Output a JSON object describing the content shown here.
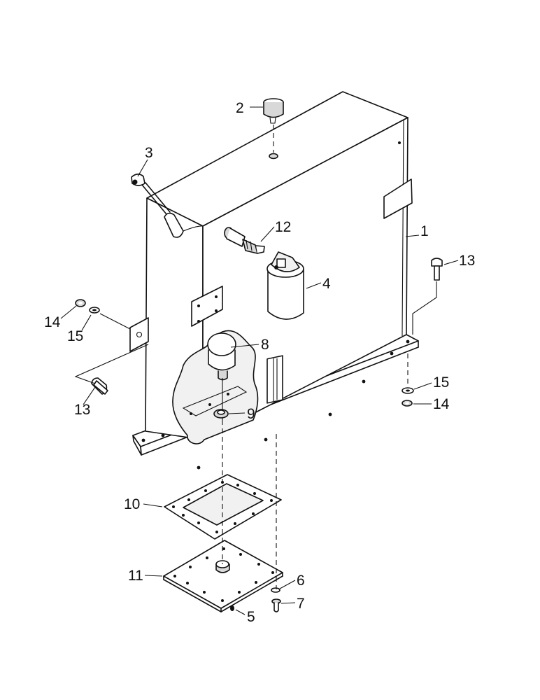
{
  "diagram": {
    "callouts": [
      {
        "id": "p1",
        "text": "1"
      },
      {
        "id": "p2",
        "text": "2"
      },
      {
        "id": "p3",
        "text": "3"
      },
      {
        "id": "p4",
        "text": "4"
      },
      {
        "id": "p5",
        "text": "5"
      },
      {
        "id": "p6",
        "text": "6"
      },
      {
        "id": "p7",
        "text": "7"
      },
      {
        "id": "p8",
        "text": "8"
      },
      {
        "id": "p9",
        "text": "9"
      },
      {
        "id": "p10",
        "text": "10"
      },
      {
        "id": "p11",
        "text": "11"
      },
      {
        "id": "p12",
        "text": "12"
      },
      {
        "id": "p13a",
        "text": "13"
      },
      {
        "id": "p13b",
        "text": "13"
      },
      {
        "id": "p14a",
        "text": "14"
      },
      {
        "id": "p14b",
        "text": "14"
      },
      {
        "id": "p15a",
        "text": "15"
      },
      {
        "id": "p15b",
        "text": "15"
      }
    ]
  }
}
